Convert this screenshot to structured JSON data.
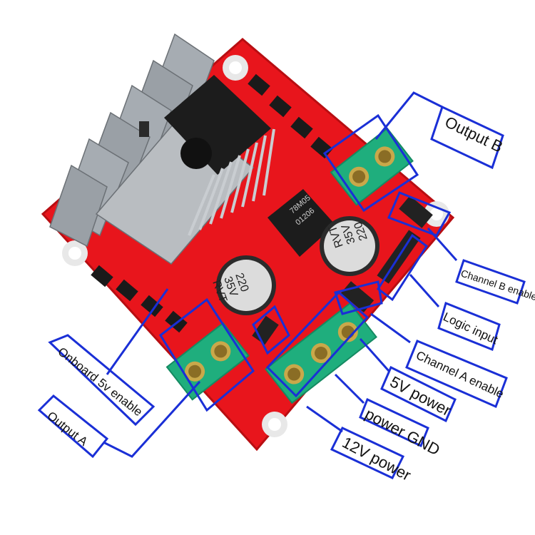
{
  "colors": {
    "board": "#e8151c",
    "board_dark": "#b80e12",
    "callout": "#1a2fd6",
    "terminal": "#1fae7d",
    "terminal_dark": "#158a62",
    "heatsink": "#9aa0a6",
    "chip": "#1c1c1c"
  },
  "board": {
    "cap1": {
      "line1": "220",
      "line2": "35V",
      "line3": "RVT"
    },
    "cap2": {
      "line1": "220",
      "line2": "35V",
      "line3": "RVT"
    },
    "regulator": {
      "line1": "78M05",
      "line2": "01206"
    }
  },
  "labels": {
    "output_b": "Output B",
    "channel_b_enable": "Channel B enable",
    "logic_input": "Logic input",
    "channel_a_enable": "Channel A enable",
    "power_5v": "5V power",
    "power_gnd": "power GND",
    "power_12v": "12V power",
    "onboard_5v_enable": "Onboard 5v enable",
    "output_a": "Output A"
  }
}
